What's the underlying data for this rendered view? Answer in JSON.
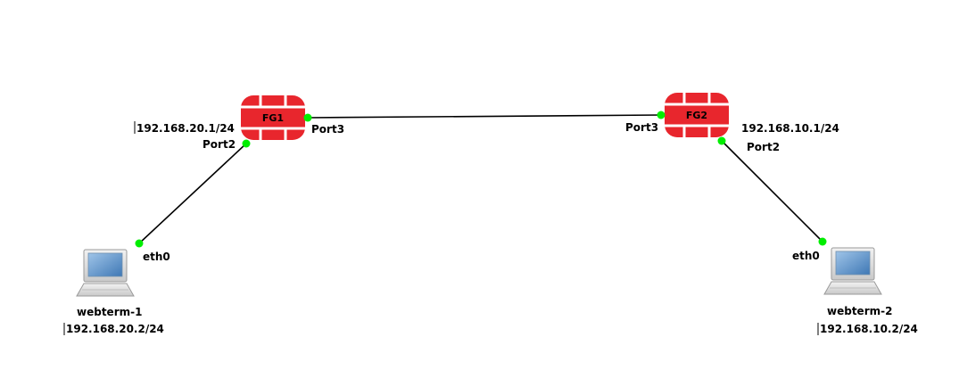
{
  "links": [
    {
      "id": "fg1-fg2"
    },
    {
      "id": "fg1-webterm1"
    },
    {
      "id": "fg2-webterm2"
    }
  ],
  "devices": {
    "fg1": {
      "name": "FG1",
      "ip": "192.168.20.1/24",
      "brand_color": "#e8262d"
    },
    "fg2": {
      "name": "FG2",
      "ip": "192.168.10.1/24",
      "brand_color": "#e8262d"
    },
    "webterm1": {
      "name": "webterm-1",
      "ip": "192.168.20.2/24",
      "icon": "laptop-icon"
    },
    "webterm2": {
      "name": "webterm-2",
      "ip": "192.168.10.2/24",
      "icon": "laptop-icon"
    }
  },
  "ports": {
    "fg1_port3": "Port3",
    "fg1_port2": "Port2",
    "fg2_port3": "Port3",
    "fg2_port2": "Port2",
    "webterm1_eth0": "eth0",
    "webterm2_eth0": "eth0"
  },
  "colors": {
    "port_up": "#00ee00",
    "link": "#000000"
  }
}
